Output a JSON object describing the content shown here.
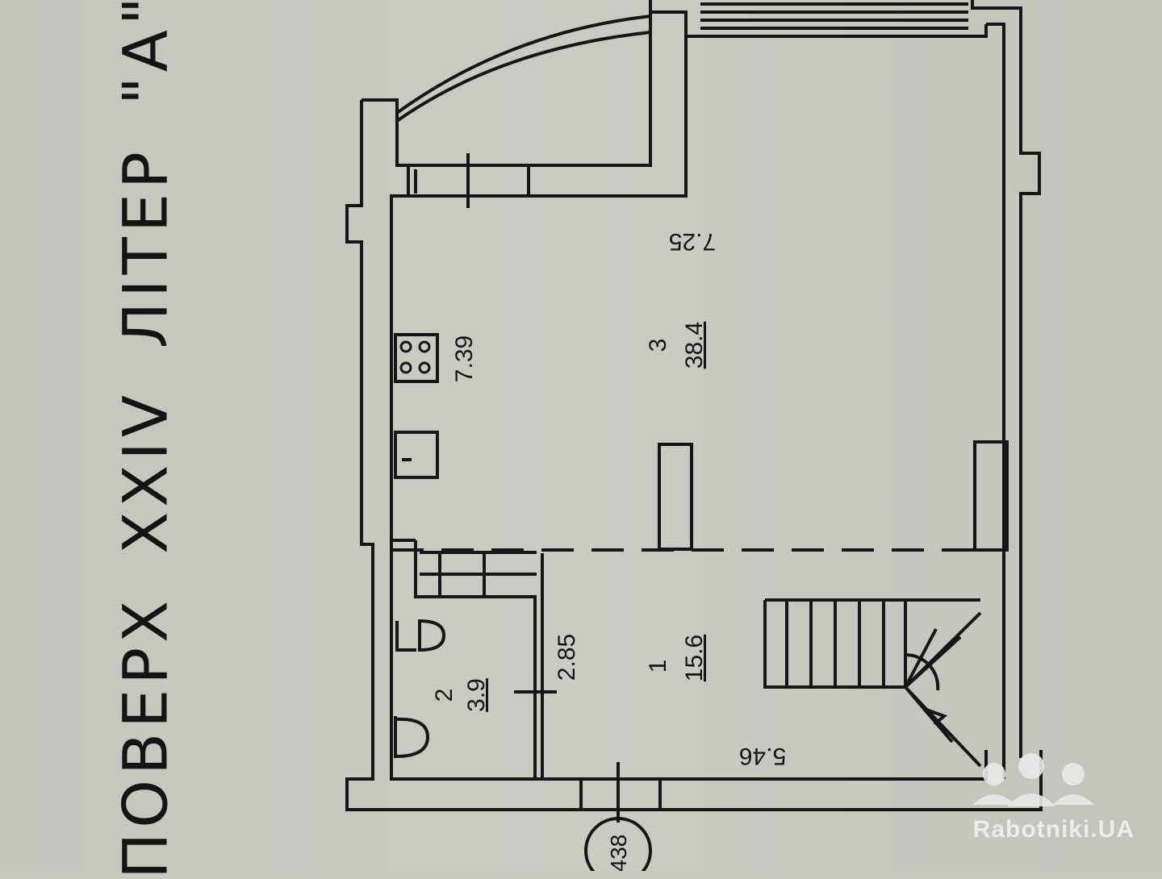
{
  "plan": {
    "title": "ПОВЕРХ XXIV ЛІТЕР \"А\"",
    "rooms": [
      {
        "number": "1",
        "area": "15.6"
      },
      {
        "number": "2",
        "area": "3.9"
      },
      {
        "number": "3",
        "area": "38.4"
      }
    ],
    "dimensions": {
      "top_width": "7.25",
      "bottom_width": "5.46",
      "kitchen_width": "7.39",
      "corridor_width": "2.85"
    },
    "axis_marker": "438"
  },
  "watermark": {
    "text": "Rabotniki.UA"
  }
}
